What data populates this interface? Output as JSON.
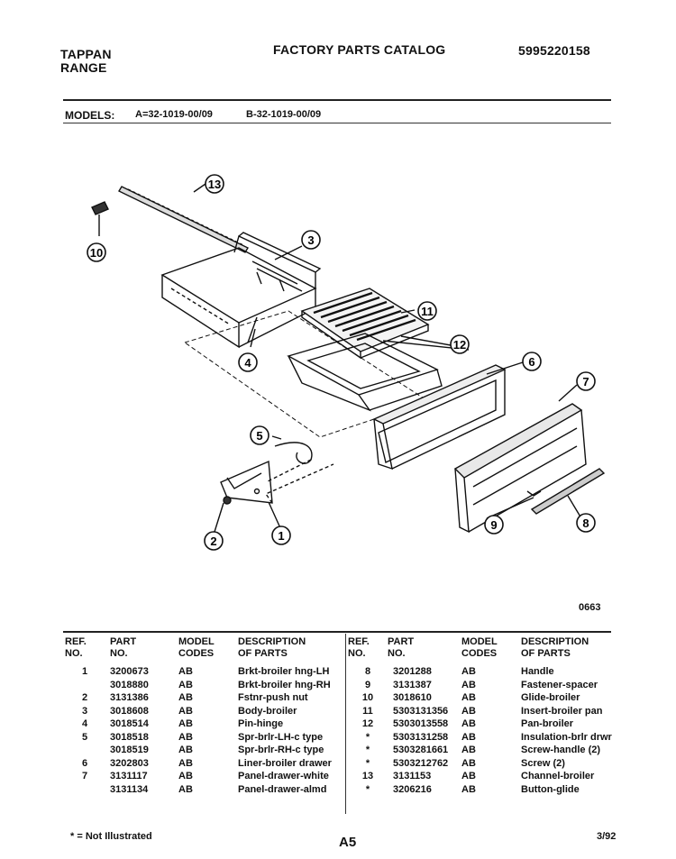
{
  "header": {
    "brand": "TAPPAN",
    "product": "RANGE",
    "catalog_title": "FACTORY PARTS CATALOG",
    "catalog_number": "5995220158"
  },
  "models": {
    "label": "MODELS:",
    "model_a": "A=32-1019-00/09",
    "model_b": "B-32-1019-00/09"
  },
  "diagram": {
    "drawing_number": "0663",
    "callouts": [
      "13",
      "10",
      "3",
      "11",
      "4",
      "12",
      "6",
      "7",
      "5",
      "1",
      "2",
      "9",
      "8"
    ]
  },
  "table": {
    "headers": {
      "ref": [
        "REF.",
        "NO."
      ],
      "part": [
        "PART",
        "NO."
      ],
      "model": [
        "MODEL",
        "CODES"
      ],
      "desc": [
        "DESCRIPTION",
        "OF PARTS"
      ]
    },
    "left_rows": [
      {
        "ref": "1",
        "part": "3200673",
        "code": "AB",
        "desc": "Brkt-broiler hng-LH"
      },
      {
        "ref": "",
        "part": "3018880",
        "code": "AB",
        "desc": "Brkt-broiler hng-RH"
      },
      {
        "ref": "2",
        "part": "3131386",
        "code": "AB",
        "desc": "Fstnr-push nut"
      },
      {
        "ref": "3",
        "part": "3018608",
        "code": "AB",
        "desc": "Body-broiler"
      },
      {
        "ref": "4",
        "part": "3018514",
        "code": "AB",
        "desc": "Pin-hinge"
      },
      {
        "ref": "5",
        "part": "3018518",
        "code": "AB",
        "desc": "Spr-brlr-LH-c type"
      },
      {
        "ref": "",
        "part": "3018519",
        "code": "AB",
        "desc": "Spr-brlr-RH-c type"
      },
      {
        "ref": "6",
        "part": "3202803",
        "code": "AB",
        "desc": "Liner-broiler drawer"
      },
      {
        "ref": "7",
        "part": "3131117",
        "code": "AB",
        "desc": "Panel-drawer-white"
      },
      {
        "ref": "",
        "part": "3131134",
        "code": "AB",
        "desc": "Panel-drawer-almd"
      }
    ],
    "right_rows": [
      {
        "ref": "8",
        "part": "3201288",
        "code": "AB",
        "desc": "Handle"
      },
      {
        "ref": "9",
        "part": "3131387",
        "code": "AB",
        "desc": "Fastener-spacer"
      },
      {
        "ref": "10",
        "part": "3018610",
        "code": "AB",
        "desc": "Glide-broiler"
      },
      {
        "ref": "11",
        "part": "5303131356",
        "code": "AB",
        "desc": "Insert-broiler pan"
      },
      {
        "ref": "12",
        "part": "5303013558",
        "code": "AB",
        "desc": "Pan-broiler"
      },
      {
        "ref": "*",
        "part": "5303131258",
        "code": "AB",
        "desc": "Insulation-brlr drwr"
      },
      {
        "ref": "*",
        "part": "5303281661",
        "code": "AB",
        "desc": "Screw-handle (2)"
      },
      {
        "ref": "*",
        "part": "5303212762",
        "code": "AB",
        "desc": "Screw (2)"
      },
      {
        "ref": "13",
        "part": "3131153",
        "code": "AB",
        "desc": "Channel-broiler"
      },
      {
        "ref": "*",
        "part": "3206216",
        "code": "AB",
        "desc": "Button-glide"
      }
    ]
  },
  "footer": {
    "note": "* = Not Illustrated",
    "page": "A5",
    "date": "3/92"
  }
}
